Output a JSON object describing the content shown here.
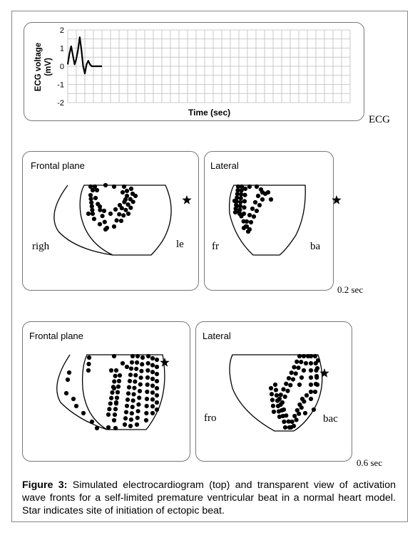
{
  "ecg": {
    "ylabel_line1": "ECG voltage",
    "ylabel_line2": "(mV)",
    "xlabel": "Time (sec)",
    "yticks": [
      "2",
      "1",
      "0",
      "-1",
      "-2"
    ],
    "side_label": "ECG"
  },
  "chart_data": {
    "type": "line",
    "title": "",
    "xlabel": "Time (sec)",
    "ylabel": "ECG voltage (mV)",
    "ylim": [
      -2,
      2
    ],
    "grid": true,
    "series": [
      {
        "x": [
          0,
          0.02,
          0.04,
          0.06,
          0.08,
          0.1,
          0.12,
          0.14,
          0.16,
          0.18,
          0.2,
          0.22,
          0.24,
          0.26,
          0.28,
          0.3,
          0.32,
          0.34,
          0.36,
          0.38,
          0.4
        ],
        "values": [
          0.1,
          0.7,
          1.1,
          0.6,
          0.1,
          0.4,
          0.9,
          1.6,
          0.9,
          0.0,
          -0.4,
          0.1,
          0.3,
          0.1,
          0.0,
          0.0,
          0.0,
          0.0,
          0.0,
          0.0,
          0.0
        ]
      }
    ]
  },
  "row1": {
    "frontal_title": "Frontal plane",
    "lateral_title": "Lateral",
    "frontal_left": "righ",
    "frontal_right": "le",
    "lateral_left": "fr",
    "lateral_right": "ba",
    "time": "0.2 sec"
  },
  "row2": {
    "frontal_title": "Frontal plane",
    "lateral_title": "Lateral",
    "lateral_left": "fro",
    "lateral_right": "bac",
    "time": "0.6 sec"
  },
  "caption": {
    "label": "Figure 3:",
    "text": " Simulated electrocardiogram (top) and transparent view of activation wave fronts for a self-limited premature ventricular beat in a normal heart model. Star indicates site of initiation of ectopic beat."
  }
}
